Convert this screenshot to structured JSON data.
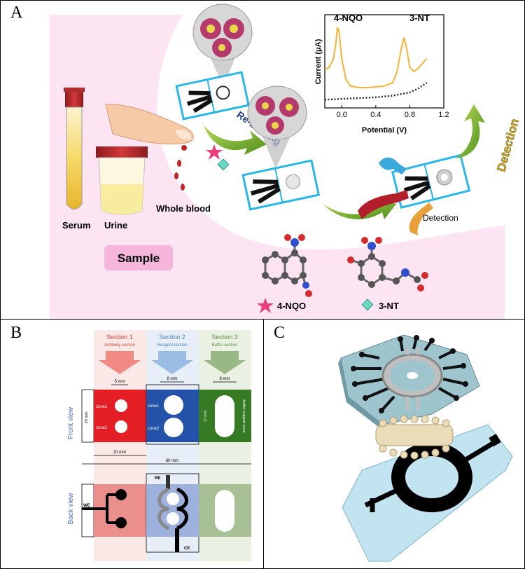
{
  "panelA": {
    "label": "A",
    "sample_labels": {
      "serum": "Serum",
      "urine": "Urine",
      "whole_blood": "Whole blood"
    },
    "sample_box": "Sample",
    "rebinding": "Re-binding",
    "detection_arrow": "Detection",
    "detection_small": "Detection",
    "legend": {
      "nqo": "4-NQO",
      "nt": "3-NT"
    },
    "chart_data": {
      "type": "line",
      "xlabel": "Potential (V)",
      "ylabel": "Current (μA)",
      "xticks": [
        "0.0",
        "0.4",
        "0.8",
        "1.2"
      ],
      "xlim": [
        -0.2,
        1.2
      ],
      "peak_labels": [
        "4-NQO",
        "3-NT"
      ],
      "series": [
        {
          "style": "solid",
          "color": "#f5b335",
          "x": [
            -0.2,
            -0.15,
            -0.1,
            -0.07,
            -0.05,
            -0.03,
            0.0,
            0.05,
            0.1,
            0.2,
            0.3,
            0.4,
            0.5,
            0.6,
            0.65,
            0.7,
            0.73,
            0.76,
            0.8,
            0.85,
            0.9,
            0.95,
            1.0
          ],
          "y": [
            0.42,
            0.45,
            0.55,
            0.75,
            0.95,
            0.88,
            0.55,
            0.3,
            0.22,
            0.2,
            0.2,
            0.21,
            0.22,
            0.26,
            0.4,
            0.68,
            0.82,
            0.7,
            0.45,
            0.4,
            0.44,
            0.5,
            0.56
          ]
        },
        {
          "style": "dotted",
          "color": "#222222",
          "x": [
            -0.2,
            0.0,
            0.2,
            0.4,
            0.6,
            0.8,
            0.9,
            1.0
          ],
          "y": [
            0.05,
            0.06,
            0.07,
            0.08,
            0.1,
            0.14,
            0.19,
            0.26
          ]
        }
      ]
    }
  },
  "panelB": {
    "label": "B",
    "sections": [
      {
        "title": "Section 1",
        "subtitle": "Antibody section",
        "color": "#e3524e"
      },
      {
        "title": "Section 2",
        "subtitle": "Reagent section",
        "color": "#5b9bd5"
      },
      {
        "title": "Section 3",
        "subtitle": "Buffer section",
        "color": "#6e9d56"
      }
    ],
    "dims": {
      "d5": "5 mm",
      "d8a": "8 mm",
      "d8b": "8 mm",
      "d20": "20 mm",
      "d17": "17 mm",
      "d20w": "20 mm",
      "d60": "60 mm"
    },
    "front_view": "Front view",
    "back_view": "Back view",
    "zones": {
      "z1a": "zone1",
      "z2a": "zone2",
      "z1b": "zone1",
      "z2b": "zone2",
      "buffer": "buffer support zone"
    },
    "electrodes": {
      "we": "WE",
      "re": "RE",
      "ce": "CE"
    }
  },
  "panelC": {
    "label": "C"
  }
}
